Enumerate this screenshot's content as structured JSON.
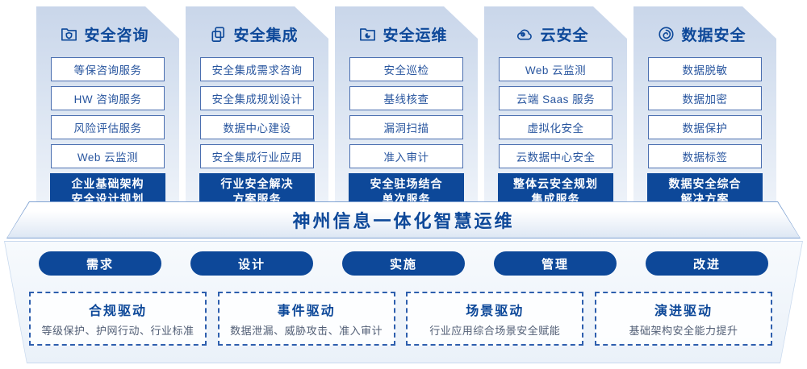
{
  "palette": {
    "primary_blue": "#0d4899",
    "item_border_blue": "#4b6fb0",
    "item_text_blue": "#29569f",
    "panel_gradient_top": "#c9d6ea",
    "panel_gradient_bottom": "#edf2f9",
    "driver_desc_grey": "#515e75"
  },
  "columns": [
    {
      "icon": "folder-shield-icon",
      "title": "安全咨询",
      "items": [
        "等保咨询服务",
        "HW 咨询服务",
        "风险评估服务",
        "Web 云监测"
      ],
      "highlight": [
        "企业基础架构",
        "安全设计规划"
      ]
    },
    {
      "icon": "documents-stack-icon",
      "title": "安全集成",
      "items": [
        "安全集成需求咨询",
        "安全集成规划设计",
        "数据中心建设",
        "安全集成行业应用"
      ],
      "highlight": [
        "行业安全解决",
        "方案服务"
      ]
    },
    {
      "icon": "folder-pie-chart-icon",
      "title": "安全运维",
      "items": [
        "安全巡检",
        "基线核查",
        "漏洞扫描",
        "准入审计"
      ],
      "highlight": [
        "安全驻场结合",
        "单次服务"
      ]
    },
    {
      "icon": "cloud-icon",
      "title": "云安全",
      "items": [
        "Web 云监测",
        "云端 Saas 服务",
        "虚拟化安全",
        "云数据中心安全"
      ],
      "highlight": [
        "整体云安全规划",
        "集成服务"
      ]
    },
    {
      "icon": "fingerprint-icon",
      "title": "数据安全",
      "items": [
        "数据脱敏",
        "数据加密",
        "数据保护",
        "数据标签"
      ],
      "highlight": [
        "数据安全综合",
        "解决方案"
      ]
    }
  ],
  "banner": {
    "title": "神州信息一体化智慧运维"
  },
  "process": {
    "steps": [
      "需求",
      "设计",
      "实施",
      "管理",
      "改进"
    ]
  },
  "drivers": [
    {
      "title": "合规驱动",
      "desc": "等级保护、护网行动、行业标准"
    },
    {
      "title": "事件驱动",
      "desc": "数据泄漏、威胁攻击、准入审计"
    },
    {
      "title": "场景驱动",
      "desc": "行业应用综合场景安全赋能"
    },
    {
      "title": "演进驱动",
      "desc": "基础架构安全能力提升"
    }
  ]
}
